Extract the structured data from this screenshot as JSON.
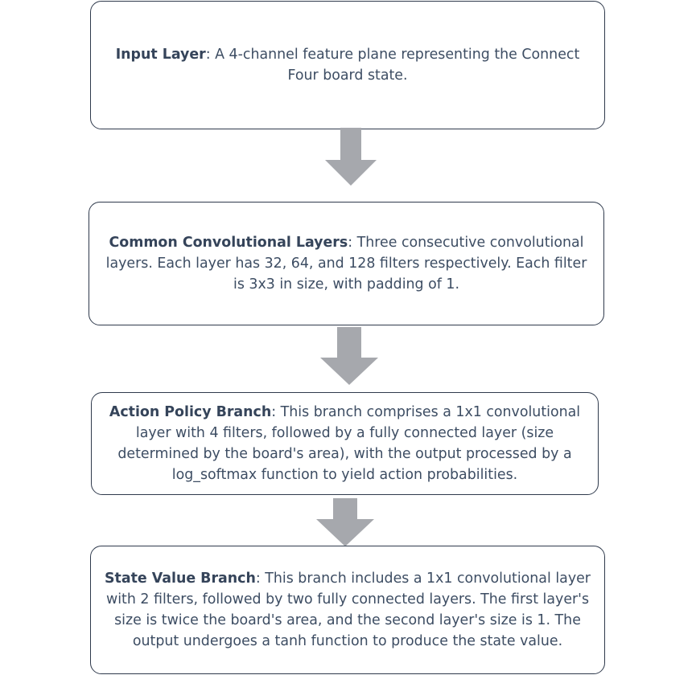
{
  "diagram": {
    "arrow_color": "#a6a8ad",
    "border_color": "#2f3a4c",
    "text_color": "#3d4d63",
    "nodes": [
      {
        "title": "Input Layer",
        "text": ": A 4-channel feature plane representing the Connect Four board state."
      },
      {
        "title": "Common Convolutional Layers",
        "text": ": Three consecutive convolutional layers. Each layer has 32, 64, and 128 filters respectively. Each filter is 3x3 in size, with padding of 1."
      },
      {
        "title": "Action Policy Branch",
        "text": ": This branch comprises a 1x1 convolutional layer with 4 filters, followed by a fully connected layer (size determined by the board's area), with the output processed by a log_softmax function to yield action probabilities."
      },
      {
        "title": "State Value Branch",
        "text": ": This branch includes a 1x1 convolutional layer with 2 filters, followed by two fully connected layers. The first layer's size is twice the board's area, and the second layer's size is 1. The output undergoes a tanh function to produce the state value."
      }
    ]
  }
}
